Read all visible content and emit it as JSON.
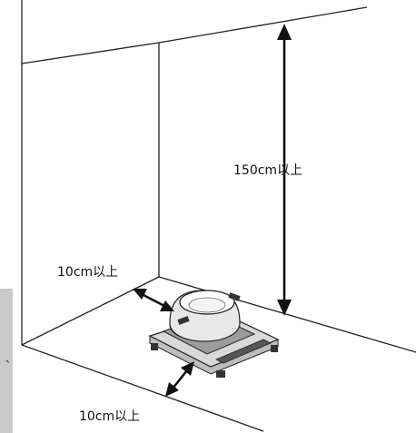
{
  "labels": {
    "height_clearance": "150cm以上",
    "side_clearance": "10cm以上",
    "front_clearance": "10cm以上"
  },
  "side_mark": "、",
  "colors": {
    "line": "#222222",
    "side_tab": "#c9c9c9",
    "scale_top": "#9c9c9c",
    "scale_base": "#d9d9d9",
    "dome": "#e8e8e8"
  }
}
